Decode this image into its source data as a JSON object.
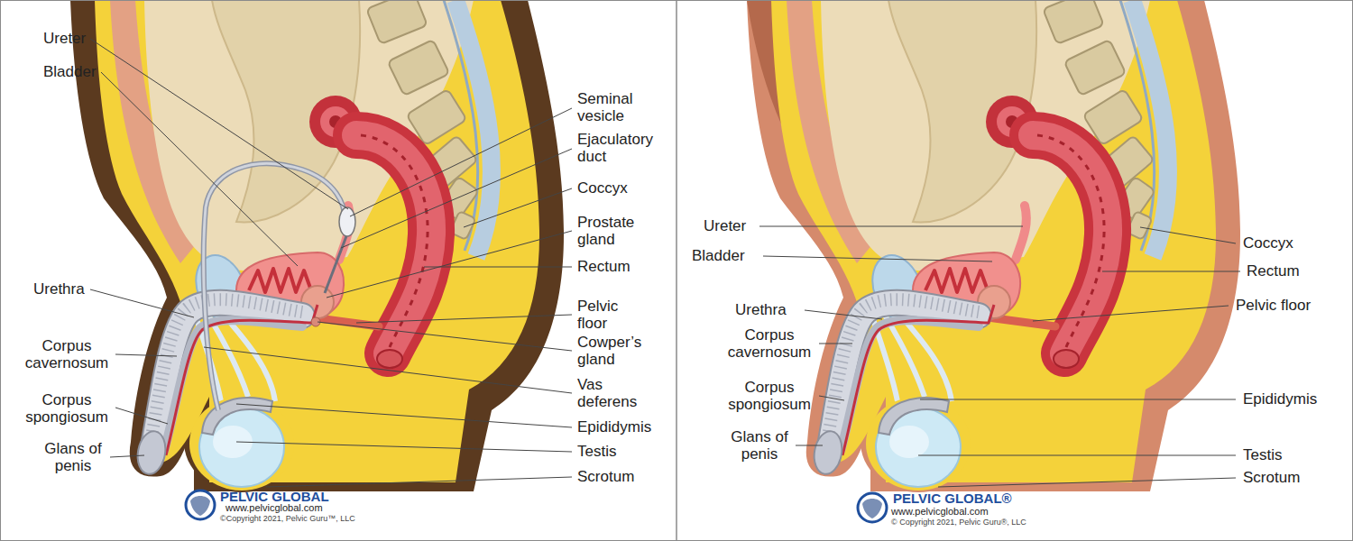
{
  "diagram": {
    "labels": [
      "Ureter",
      "Bladder",
      "Seminal vesicle",
      "Ejaculatory duct",
      "Coccyx",
      "Prostate gland",
      "Rectum",
      "Urethra",
      "Pelvic floor",
      "Corpus cavernosum",
      "Cowper’s gland",
      "Vas deferens",
      "Corpus spongiosum",
      "Epididymis",
      "Glans of penis",
      "Testis",
      "Scrotum",
      "PELVIC GLOBAL",
      "www.pelvicglobal.com",
      "©Copyright 2021, Pelvic Guru™, LLC",
      "Ureter",
      "Bladder",
      "Coccyx",
      "Rectum",
      "Urethra",
      "Pelvic floor",
      "Corpus cavernosum",
      "Corpus spongiosum",
      "Epididymis",
      "Glans of penis",
      "Testis",
      "Scrotum",
      "PELVIC GLOBAL®",
      "www.pelvicglobal.com",
      "© Copyright 2021, Pelvic Guru®, LLC"
    ]
  }
}
